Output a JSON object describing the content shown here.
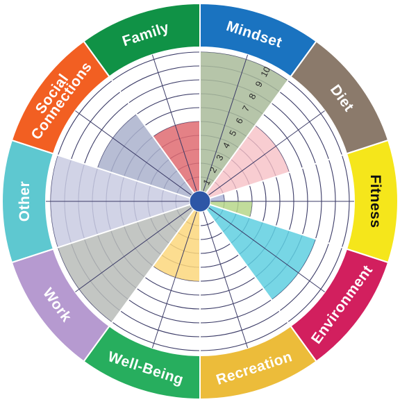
{
  "segments": [
    {
      "label": "Mindset",
      "color": "#1a73c0",
      "fill": "#a9bb9a",
      "fill_opacity": 0.85,
      "score": 10,
      "text_dark": false
    },
    {
      "label": "Diet",
      "color": "#8b7a6b",
      "fill": "#f6c1c6",
      "fill_opacity": 0.8,
      "score": 6,
      "text_dark": false
    },
    {
      "label": "Fitness",
      "color": "#f5e61b",
      "fill": "#aab2d6",
      "fill_opacity": 0.8,
      "score": 1,
      "text_dark": true
    },
    {
      "label": "Environment",
      "color": "#d21f5e",
      "fill": "#b6d68a",
      "fill_opacity": 0.85,
      "score": 3,
      "text_dark": false
    },
    {
      "label": "Recreation",
      "color": "#ecbc3a",
      "fill": "#5fcfe0",
      "fill_opacity": 0.85,
      "score": 8,
      "text_dark": false
    },
    {
      "label": "Well-Being",
      "color": "#27ae5e",
      "fill": "#e9e6e6",
      "fill_opacity": 0.6,
      "score": 0,
      "text_dark": false
    },
    {
      "label": "Work",
      "color": "#b69ad0",
      "fill": "#fbd77d",
      "fill_opacity": 0.85,
      "score": 5,
      "text_dark": false
    },
    {
      "label": "Other",
      "color": "#5ec8d0",
      "fill": "#b9bcb8",
      "fill_opacity": 0.85,
      "score": 10,
      "text_dark": false
    },
    {
      "label": "Social Connections",
      "color": "#f25f22",
      "fill": "#c9cbe2",
      "fill_opacity": 0.85,
      "score": 10,
      "text_dark": false
    },
    {
      "label": "Family",
      "color": "#109246",
      "fill": "#df6b71",
      "fill_opacity": 0.85,
      "score": 5,
      "text_dark": false
    },
    {
      "label": "",
      "color": "#109246",
      "fill": "#aab2cc",
      "fill_opacity": 0.85,
      "score": 7,
      "text_dark": false
    }
  ],
  "scale_numbers": [
    "1",
    "2",
    "3",
    "4",
    "5",
    "6",
    "7",
    "8",
    "9",
    "10"
  ],
  "colors": {
    "ring_line": "#3a3a66",
    "center": "#2d56a6"
  }
}
